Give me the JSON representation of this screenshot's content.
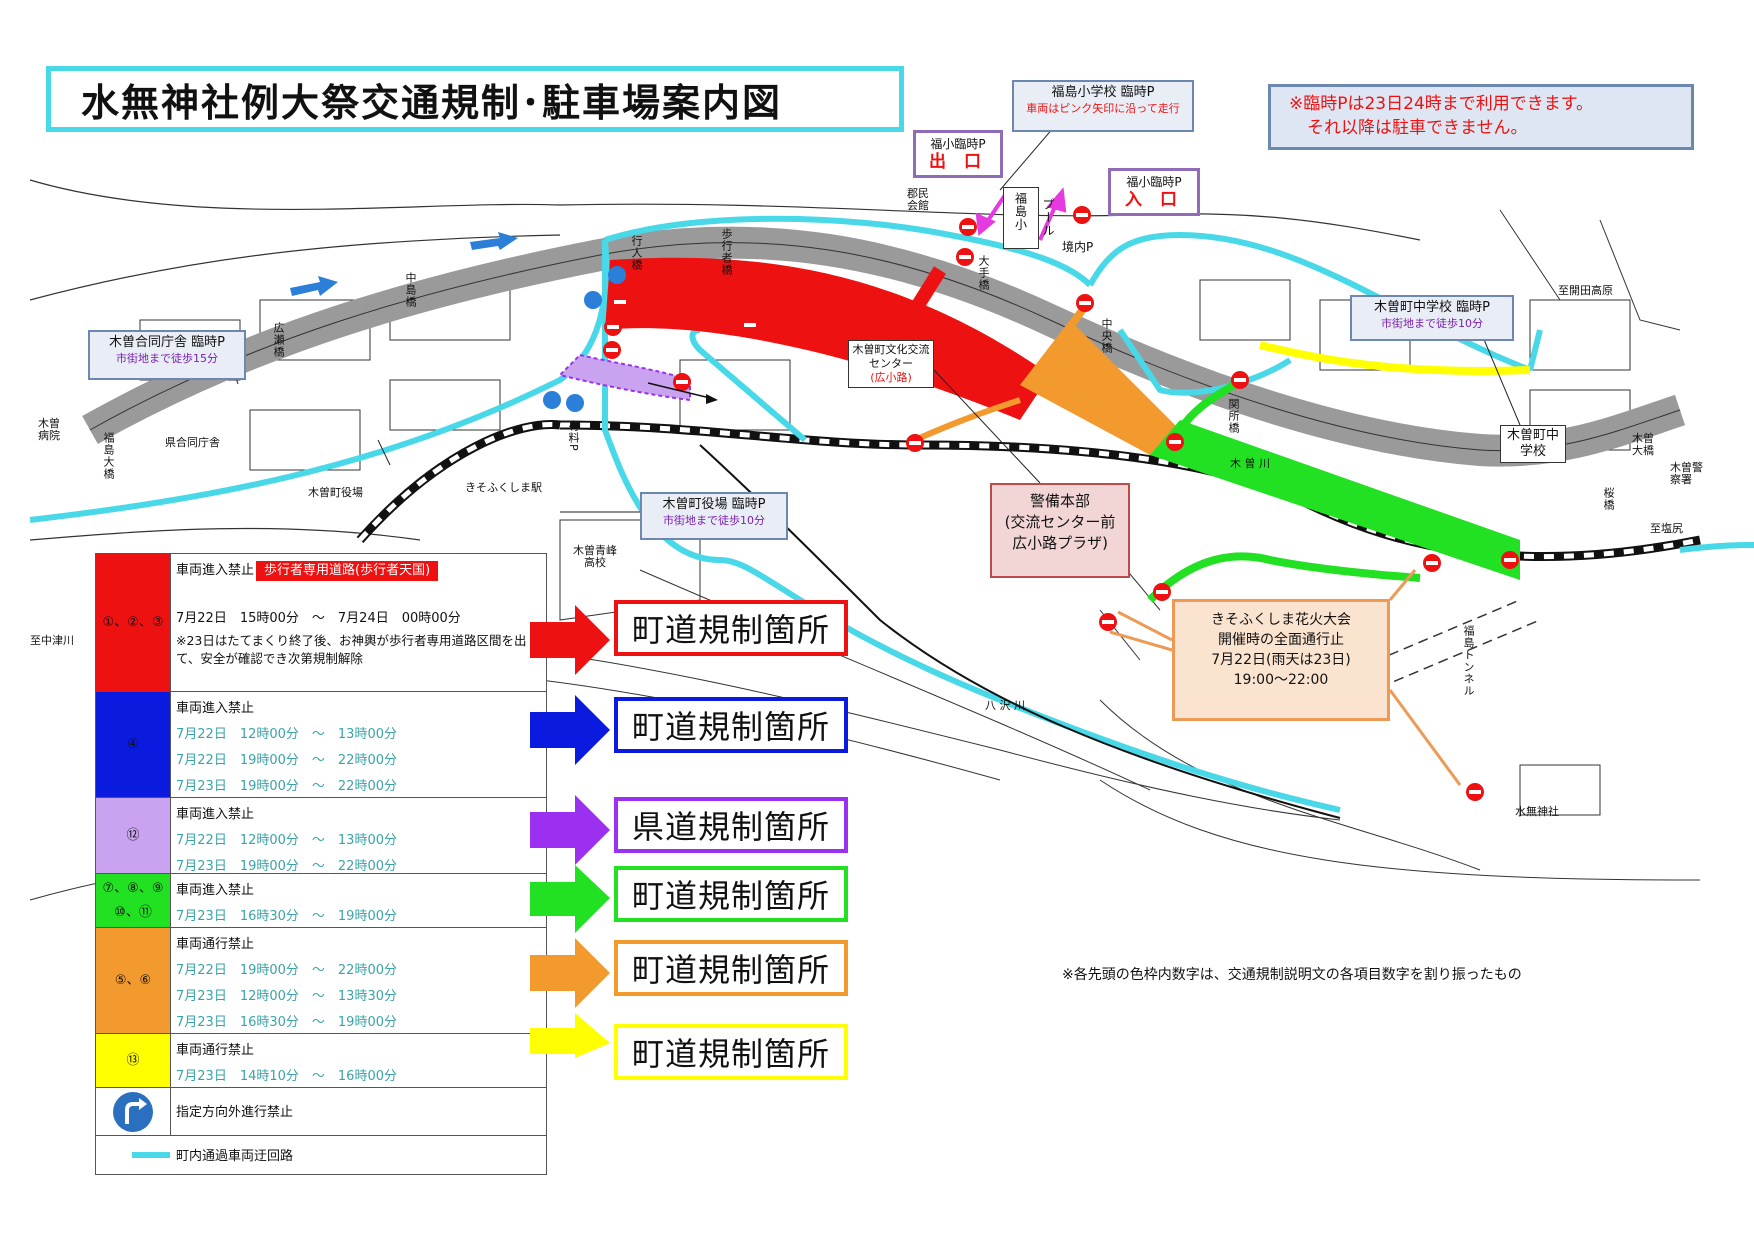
{
  "title": "水無神社例大祭交通規制･駐車場案内図",
  "notice": {
    "line1": "※臨時Pは23日24時まで利用できます。",
    "line2": "それ以降は駐車できません。"
  },
  "parking": {
    "kiso_goudou": {
      "name": "木曽合同庁舎 臨時P",
      "note": "市街地まで徒歩15分"
    },
    "kiso_town_office": {
      "name": "木曽町役場 臨時P",
      "note": "市街地まで徒歩10分"
    },
    "fukushima_school": {
      "name": "福島小学校 臨時P",
      "note": "車両はピンク矢印に沿って走行"
    },
    "kiso_junior_high": {
      "name": "木曽町中学校 臨時P",
      "note": "市街地まで徒歩10分"
    },
    "exit": {
      "name": "福小臨時P",
      "label": "出 口"
    },
    "entrance": {
      "name": "福小臨時P",
      "label": "入 口"
    }
  },
  "map_labels": {
    "ikei_kaikan": "郡民会館",
    "fukushima_sho": "福島小",
    "pool": "プール",
    "keinai_p": "境内P",
    "cultural_center": "木曽町文化交流センター",
    "hirokoji": "(広小路)",
    "kiso_hospital": "木曽病院",
    "prefectural_office": "県合同庁舎",
    "town_office": "木曽町役場",
    "station": "きそふくしま駅",
    "aomine_high": "木曽青峰高校",
    "kiso_jhs": "木曽町中学校",
    "kiso_bridge": "木曽大橋",
    "kiso_police": "木曽警察署",
    "minashi_shrine": "水無神社",
    "to_nakatsugawa": "至中津川",
    "to_kaida": "至開田高原",
    "to_shiojiri": "至塩尻",
    "fukushima_tunnel": "福島トンネル",
    "yasawa_river": "八 沢 川",
    "kiso_river": "木 曽 川",
    "bridges": [
      "中島橋",
      "広瀬橋",
      "行人橋",
      "歩行者橋",
      "大手橋",
      "中央橋",
      "関所橋",
      "桜橋",
      "福島大橋",
      "有料P"
    ]
  },
  "hq": {
    "line1": "警備本部",
    "line2": "(交流センター前",
    "line3": "広小路プラザ)"
  },
  "fireworks": {
    "line1": "きそふくしま花火大会",
    "line2": "開催時の全面通行止",
    "line3": "7月22日(雨天は23日)",
    "line4": "19:00〜22:00"
  },
  "legend": {
    "rows": [
      {
        "num": "①、②、③",
        "color": "#ee1111",
        "title": "車両進入禁止",
        "badge": "歩行者専用道路(歩行者天国)",
        "lines": [
          "7月22日　15時00分　～　7月24日　00時00分"
        ],
        "note": "※23日はたてまくり終了後、お神輿が歩行者専用道路区間を出て、安全が確認でき次第規制解除"
      },
      {
        "num": "④",
        "color": "#0a1adf",
        "title": "車両進入禁止",
        "lines": [
          "7月22日　12時00分　～　13時00分",
          "7月22日　19時00分　～　22時00分",
          "7月23日　19時00分　～　22時00分"
        ]
      },
      {
        "num": "⑫",
        "color": "#c9a3f0",
        "title": "車両進入禁止",
        "lines": [
          "7月22日　12時00分　～　13時00分",
          "7月23日　19時00分　～　22時00分"
        ]
      },
      {
        "num": "⑦、⑧、⑨\n⑩、⑪",
        "color": "#22e022",
        "title": "車両進入禁止",
        "lines": [
          "7月23日　16時30分　～　19時00分"
        ]
      },
      {
        "num": "⑤、⑥",
        "color": "#f39a2e",
        "title": "車両通行禁止",
        "lines": [
          "7月22日　19時00分　～　22時00分",
          "7月23日　12時00分　～　13時30分",
          "7月23日　16時30分　～　19時00分"
        ]
      },
      {
        "num": "⑬",
        "color": "#ffff00",
        "title": "車両通行禁止",
        "lines": [
          "7月23日　14時10分　～　16時00分"
        ]
      }
    ],
    "direction_rule": "指定方向外進行禁止",
    "detour": "町内通過車両迂回路",
    "detour_color": "#49d8e8"
  },
  "regulation_boxes": [
    {
      "label": "町道規制箇所",
      "color": "#ee1111"
    },
    {
      "label": "町道規制箇所",
      "color": "#0a1adf"
    },
    {
      "label": "県道規制箇所",
      "color": "#9b30f0"
    },
    {
      "label": "町道規制箇所",
      "color": "#22e022"
    },
    {
      "label": "町道規制箇所",
      "color": "#f39a2e"
    },
    {
      "label": "町道規制箇所",
      "color": "#ffff00"
    }
  ],
  "footnote": "※各先頭の色枠内数字は、交通規制説明文の各項目数字を割り振ったもの"
}
